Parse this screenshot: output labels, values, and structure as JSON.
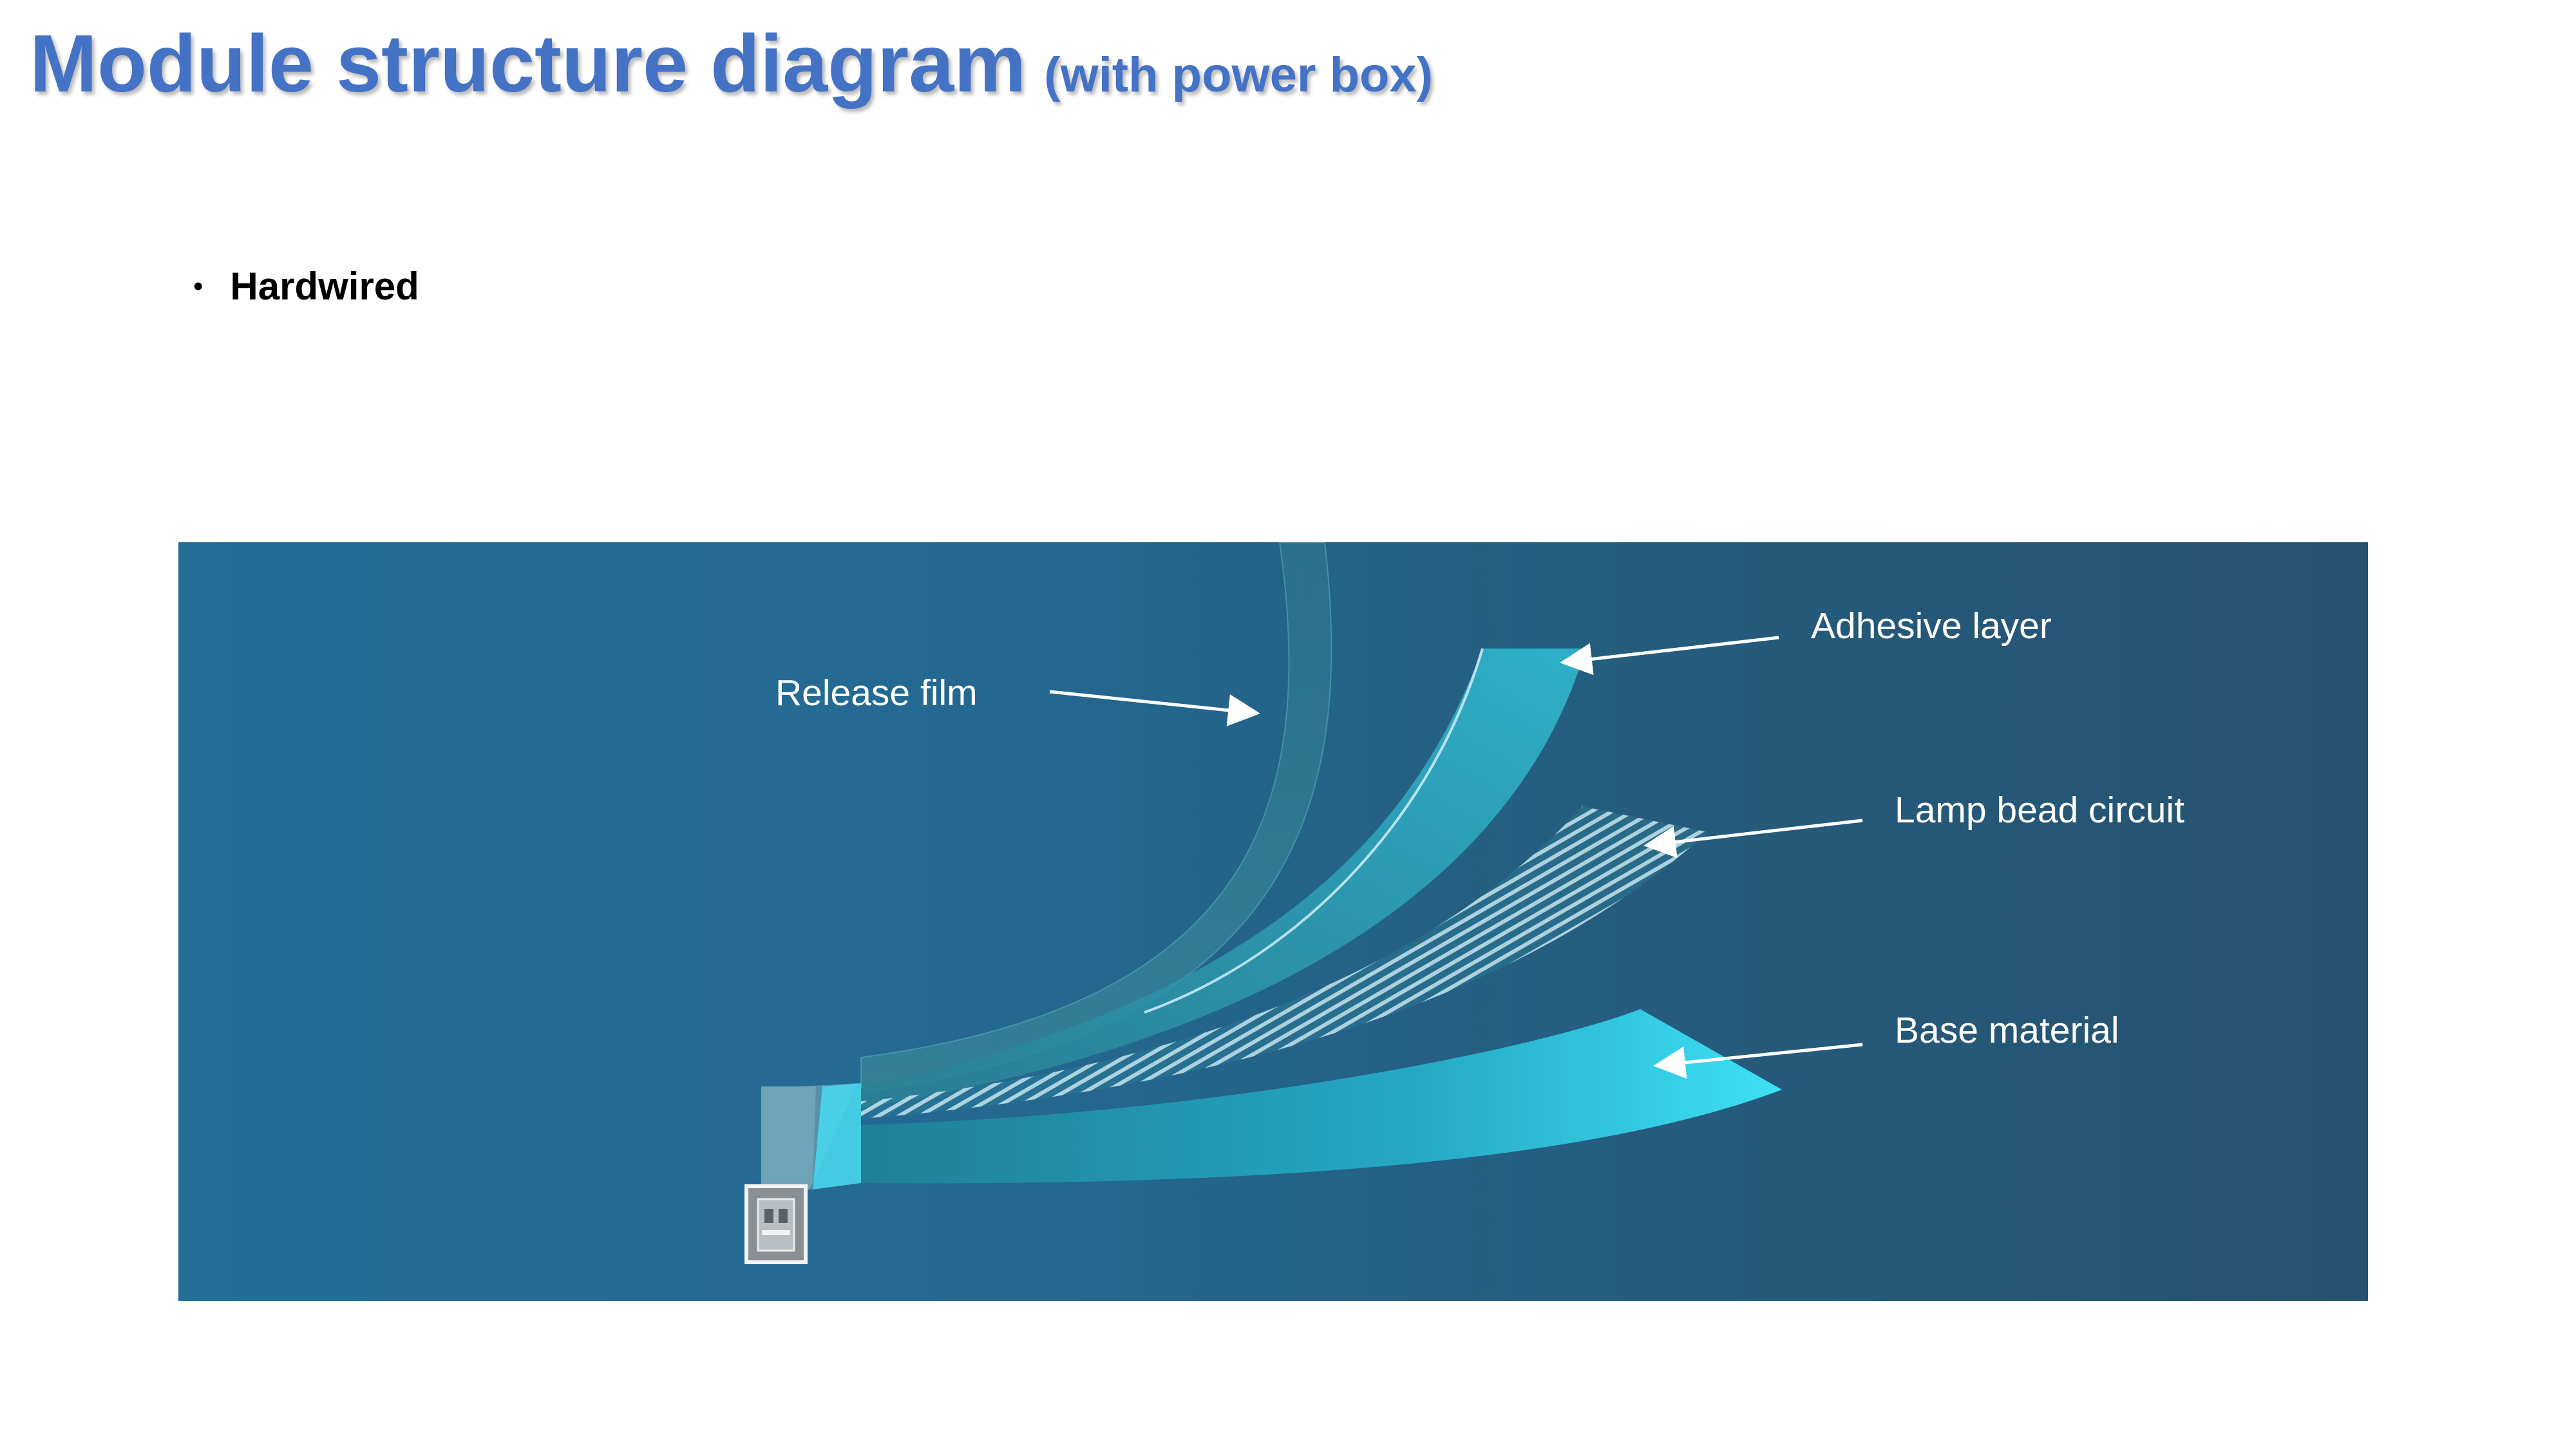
{
  "header": {
    "title": "Module structure diagram",
    "subtitle": "(with power box)"
  },
  "bullets": [
    {
      "text": "Hardwired"
    }
  ],
  "diagram": {
    "labels": {
      "release_film": "Release film",
      "adhesive_layer": "Adhesive layer",
      "lamp_bead_circuit": "Lamp bead circuit",
      "base_material": "Base material"
    },
    "colors": {
      "panel_left": "#236f97",
      "panel_right": "#26526f",
      "layer_cyan": "#33d8ee",
      "label_text": "#ffffff",
      "title_blue": "#4472c4"
    },
    "icons": [
      "power-box-icon",
      "arrow-icon"
    ]
  }
}
